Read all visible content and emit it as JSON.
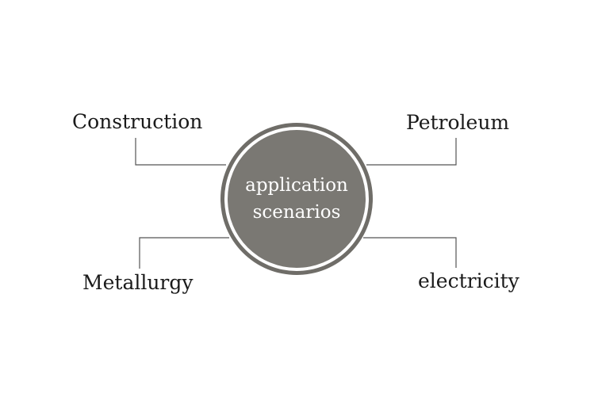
{
  "center": {
    "line1": "application",
    "line2": "scenarios"
  },
  "nodes": {
    "top_left": "Construction",
    "top_right": "Petroleum",
    "bottom_left": "Metallurgy",
    "bottom_right": "electricity"
  },
  "colors": {
    "hub": "#7a7873",
    "hub_border": "#6f6d68",
    "connector": "#555555",
    "text": "#1a1a1a"
  }
}
